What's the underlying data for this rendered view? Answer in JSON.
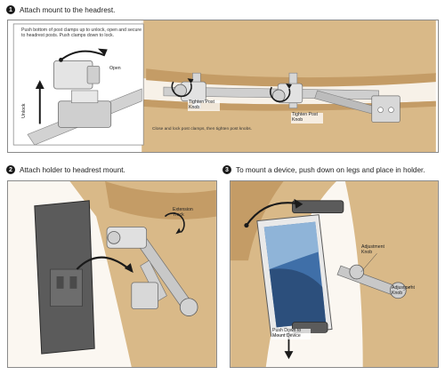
{
  "steps": [
    {
      "number": "1",
      "title": "Attach mount to the headrest.",
      "inset_text": "Push bottom of post clamps up to unlock, open and secure to headrest posts. Push clamps down to lock.",
      "labels": {
        "open": "Open",
        "unlock": "Unlock",
        "tighten_left": "Tighten Post Knob",
        "tighten_right": "Tighten Post Knob"
      },
      "caption": "Close and lock post clamps, then tighten post knobs."
    },
    {
      "number": "2",
      "title": "Attach holder to headrest mount.",
      "labels": {
        "extension_track": "Extension Track"
      }
    },
    {
      "number": "3",
      "title": "To mount a device, push down on legs and place in holder.",
      "labels": {
        "adjustment_knob_1": "Adjustment Knob",
        "adjustment_knob_2": "Adjustment Knob",
        "push_down": "Push Down to Mount Device"
      }
    }
  ],
  "colors": {
    "seat": "#d9b988",
    "seat_shadow": "#c49c66",
    "metal": "#b4b4b4",
    "metal_dark": "#7e7e7e",
    "holder": "#5b5b5b",
    "arrow": "#1a1a1a",
    "border": "#8a8a8a"
  },
  "icons": [
    "curved-arrow-icon",
    "up-arrow-icon",
    "down-arrow-icon",
    "knob-icon"
  ]
}
